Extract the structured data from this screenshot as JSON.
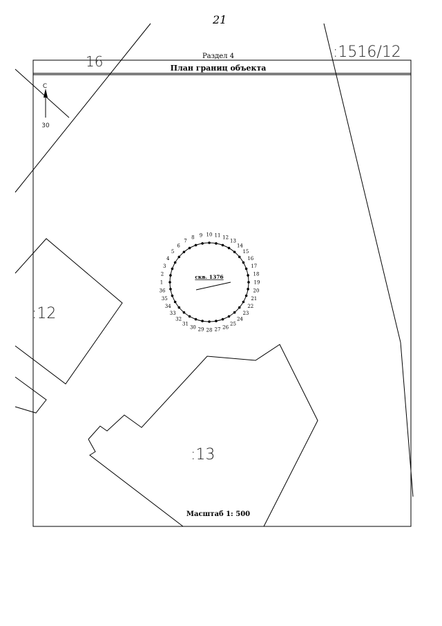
{
  "page_number": "21",
  "cadastral_number": ":1516/12",
  "section_title": "Раздел 4",
  "plan_title": "План границ объекта",
  "north_arrow": {
    "letter": "С",
    "value": "30",
    "icon": "north-arrow-icon"
  },
  "parcels": [
    {
      "id": "parcel-16",
      "label": "16"
    },
    {
      "id": "parcel-12",
      "label": ":12"
    },
    {
      "id": "parcel-13",
      "label": ":13"
    }
  ],
  "well": {
    "label": "скв. 1376",
    "point_count": 36
  },
  "scale_label": "Масштаб 1: 500"
}
